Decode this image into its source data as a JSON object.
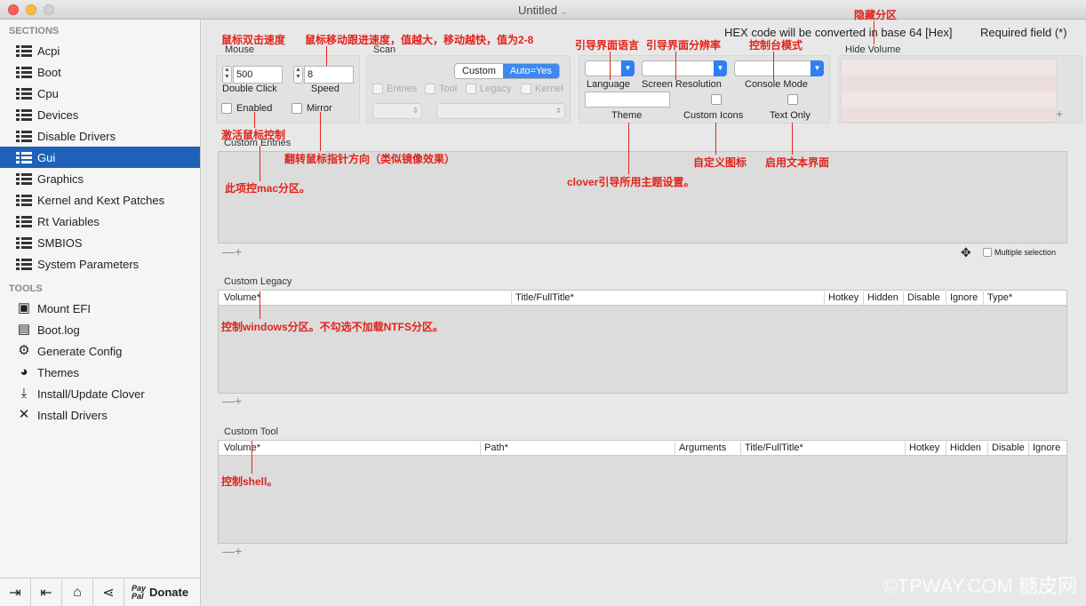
{
  "window": {
    "title": "Untitled",
    "title_chevron": "⌄"
  },
  "sidebar": {
    "sections_label": "SECTIONS",
    "items": [
      {
        "label": "Acpi"
      },
      {
        "label": "Boot"
      },
      {
        "label": "Cpu"
      },
      {
        "label": "Devices"
      },
      {
        "label": "Disable Drivers"
      },
      {
        "label": "Gui",
        "selected": true
      },
      {
        "label": "Graphics"
      },
      {
        "label": "Kernel and Kext Patches"
      },
      {
        "label": "Rt Variables"
      },
      {
        "label": "SMBIOS"
      },
      {
        "label": "System Parameters"
      }
    ],
    "tools_label": "TOOLS",
    "tools": [
      {
        "label": "Mount EFI",
        "icon": "disk-icon"
      },
      {
        "label": "Boot.log",
        "icon": "document-icon"
      },
      {
        "label": "Generate Config",
        "icon": "gears-icon"
      },
      {
        "label": "Themes",
        "icon": "palette-icon"
      },
      {
        "label": "Install/Update Clover",
        "icon": "download-icon"
      },
      {
        "label": "Install Drivers",
        "icon": "wrench-icon"
      }
    ],
    "bottom": {
      "paypal_top": "Pay",
      "paypal_bottom": "Pal",
      "donate": "Donate"
    }
  },
  "main": {
    "hex_note": "HEX code will be converted in base 64 [Hex]",
    "required": "Required field (*)",
    "mouse": {
      "label": "Mouse",
      "double_click_value": "500",
      "double_click_label": "Double Click",
      "speed_value": "8",
      "speed_label": "Speed",
      "enabled_label": "Enabled",
      "mirror_label": "Mirror"
    },
    "scan": {
      "label": "Scan",
      "seg_custom": "Custom",
      "seg_auto": "Auto=Yes",
      "entries": "Entries",
      "tool": "Tool",
      "legacy": "Legacy",
      "kernel": "Kernel"
    },
    "display": {
      "language": "Language",
      "screen_resolution": "Screen Resolution",
      "console_mode": "Console Mode",
      "theme": "Theme",
      "custom_icons": "Custom Icons",
      "text_only": "Text Only"
    },
    "hide_volume": {
      "label": "Hide Volume"
    },
    "custom_entries": {
      "label": "Custom Entries",
      "multiple_selection": "Multiple selection"
    },
    "custom_legacy": {
      "label": "Custom Legacy",
      "columns": [
        "Volume*",
        "Title/FullTitle*",
        "Hotkey",
        "Hidden",
        "Disable",
        "Ignore",
        "Type*"
      ]
    },
    "custom_tool": {
      "label": "Custom Tool",
      "columns": [
        "Volume*",
        "Path*",
        "Arguments",
        "Title/FullTitle*",
        "Hotkey",
        "Hidden",
        "Disable",
        "Ignore"
      ]
    },
    "plus": "+",
    "minus": "—"
  },
  "annotations": {
    "hide_volume": "隐藏分区",
    "double_click": "鼠标双击速度",
    "speed": "鼠标移动跟进速度，值越大，移动越快，值为2-8",
    "language": "引导界面语言",
    "resolution": "引导界面分辨率",
    "console": "控制台模式",
    "enabled": "激活鼠标控制",
    "mirror": "翻转鼠标指针方向（类似镜像效果）",
    "entries": "此项控mac分区。",
    "theme": "clover引导所用主题设置。",
    "custom_icons": "自定义图标",
    "text_only": "启用文本界面",
    "legacy": "控制windows分区。不勾选不加载NTFS分区。",
    "tool": "控制shell。"
  },
  "watermark": "©TPWAY.COM 糖皮网"
}
